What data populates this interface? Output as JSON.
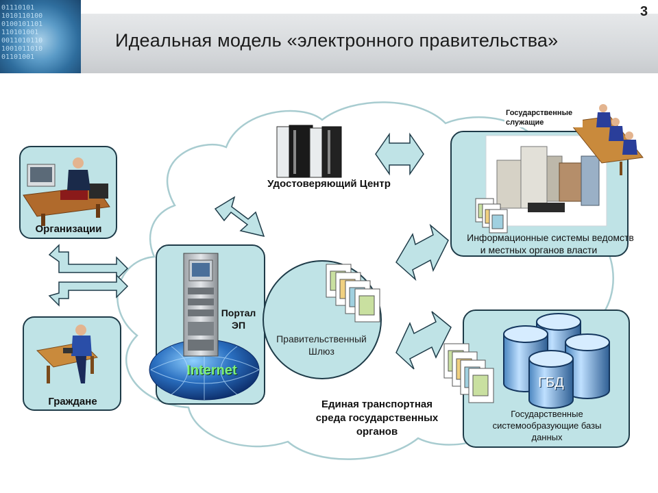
{
  "header": {
    "title": "Идеальная модель «электронного правительства»",
    "slide_number": "3"
  },
  "nodes": {
    "organizations": "Организации",
    "citizens": "Граждане",
    "certification_center": "Удостоверяющий Центр",
    "civil_servants": "Государственные служащие",
    "agency_systems_line1": "Информационные системы ведомств",
    "agency_systems_line2": "и местных органов власти",
    "portal_line1": "Портал",
    "portal_line2": "ЭП",
    "internet": "Internet",
    "gateway_line1": "Правительственный",
    "gateway_line2": "Шлюз",
    "transport_line1": "Единая транспортная",
    "transport_line2": "среда государственных",
    "transport_line3": "органов",
    "gbd": "ГБД",
    "databases_line1": "Государственные",
    "databases_line2": "системообразующие базы",
    "databases_line3": "данных"
  },
  "icons": [
    "globe-icon",
    "office-worker-icon",
    "citizen-icon",
    "server-rack-icon",
    "servers-icon",
    "documents-icon",
    "database-icon",
    "civil-servant-icon",
    "double-arrow-icon"
  ],
  "colors": {
    "box_fill": "#bfe3e6",
    "box_border": "#1e3b48",
    "arrow_fill": "#bfe3e6"
  }
}
